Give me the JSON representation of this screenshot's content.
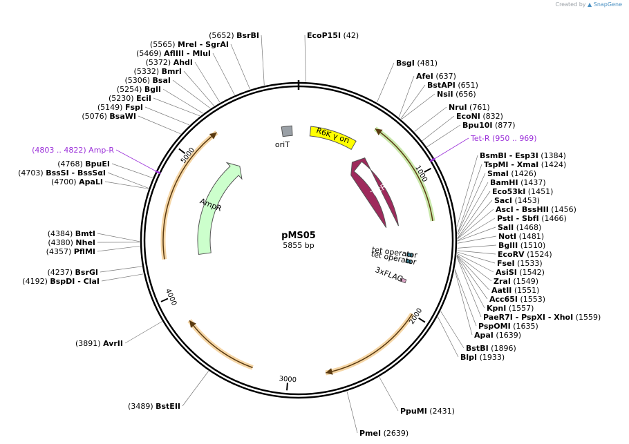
{
  "credit": {
    "prefix": "Created by",
    "brand": "SnapGene"
  },
  "plasmid": {
    "name": "pMS05",
    "length_label": "5855 bp",
    "length_bp": 5855
  },
  "ticks": [
    {
      "bp": 1000,
      "label": "1000"
    },
    {
      "bp": 2000,
      "label": "2000"
    },
    {
      "bp": 3000,
      "label": "3000"
    },
    {
      "bp": 4000,
      "label": "4000"
    },
    {
      "bp": 5000,
      "label": "5000"
    }
  ],
  "sites": [
    {
      "names": [
        "EcoP15I"
      ],
      "pos": "(42)",
      "bp": 42,
      "side": "right"
    },
    {
      "names": [
        "BsgI"
      ],
      "pos": "(481)",
      "bp": 481,
      "side": "right"
    },
    {
      "names": [
        "AfeI"
      ],
      "pos": "(637)",
      "bp": 637,
      "side": "right"
    },
    {
      "names": [
        "BstAPI"
      ],
      "pos": "(651)",
      "bp": 651,
      "side": "right"
    },
    {
      "names": [
        "NsiI"
      ],
      "pos": "(656)",
      "bp": 656,
      "side": "right"
    },
    {
      "names": [
        "NruI"
      ],
      "pos": "(761)",
      "bp": 761,
      "side": "right"
    },
    {
      "names": [
        "EcoNI"
      ],
      "pos": "(832)",
      "bp": 832,
      "side": "right"
    },
    {
      "names": [
        "Bpu10I"
      ],
      "pos": "(877)",
      "bp": 877,
      "side": "right"
    },
    {
      "names": [
        "BsmBI",
        "Esp3I"
      ],
      "pos": "(1384)",
      "bp": 1384,
      "side": "right"
    },
    {
      "names": [
        "TspMI",
        "XmaI"
      ],
      "pos": "(1424)",
      "bp": 1424,
      "side": "right"
    },
    {
      "names": [
        "SmaI"
      ],
      "pos": "(1426)",
      "bp": 1426,
      "side": "right"
    },
    {
      "names": [
        "BamHI"
      ],
      "pos": "(1437)",
      "bp": 1437,
      "side": "right"
    },
    {
      "names": [
        "Eco53kI"
      ],
      "pos": "(1451)",
      "bp": 1451,
      "side": "right"
    },
    {
      "names": [
        "SacI"
      ],
      "pos": "(1453)",
      "bp": 1453,
      "side": "right"
    },
    {
      "names": [
        "AscI",
        "BssHII"
      ],
      "pos": "(1456)",
      "bp": 1456,
      "side": "right"
    },
    {
      "names": [
        "PstI",
        "SbfI"
      ],
      "pos": "(1466)",
      "bp": 1466,
      "side": "right"
    },
    {
      "names": [
        "SalI"
      ],
      "pos": "(1468)",
      "bp": 1468,
      "side": "right"
    },
    {
      "names": [
        "NotI"
      ],
      "pos": "(1481)",
      "bp": 1481,
      "side": "right"
    },
    {
      "names": [
        "BglII"
      ],
      "pos": "(1510)",
      "bp": 1510,
      "side": "right"
    },
    {
      "names": [
        "EcoRV"
      ],
      "pos": "(1524)",
      "bp": 1524,
      "side": "right"
    },
    {
      "names": [
        "FseI"
      ],
      "pos": "(1533)",
      "bp": 1533,
      "side": "right"
    },
    {
      "names": [
        "AsiSI"
      ],
      "pos": "(1542)",
      "bp": 1542,
      "side": "right"
    },
    {
      "names": [
        "ZraI"
      ],
      "pos": "(1549)",
      "bp": 1549,
      "side": "right"
    },
    {
      "names": [
        "AatII"
      ],
      "pos": "(1551)",
      "bp": 1551,
      "side": "right"
    },
    {
      "names": [
        "Acc65I"
      ],
      "pos": "(1553)",
      "bp": 1553,
      "side": "right"
    },
    {
      "names": [
        "KpnI"
      ],
      "pos": "(1557)",
      "bp": 1557,
      "side": "right"
    },
    {
      "names": [
        "PaeR7I",
        "PspXI",
        "XhoI"
      ],
      "pos": "(1559)",
      "bp": 1559,
      "side": "right"
    },
    {
      "names": [
        "PspOMI"
      ],
      "pos": "(1635)",
      "bp": 1635,
      "side": "right"
    },
    {
      "names": [
        "ApaI"
      ],
      "pos": "(1639)",
      "bp": 1639,
      "side": "right"
    },
    {
      "names": [
        "BstBI"
      ],
      "pos": "(1896)",
      "bp": 1896,
      "side": "right"
    },
    {
      "names": [
        "BlpI"
      ],
      "pos": "(1933)",
      "bp": 1933,
      "side": "right"
    },
    {
      "names": [
        "PpuMI"
      ],
      "pos": "(2431)",
      "bp": 2431,
      "side": "right"
    },
    {
      "names": [
        "PmeI"
      ],
      "pos": "(2639)",
      "bp": 2639,
      "side": "right"
    },
    {
      "names": [
        "BstEII"
      ],
      "pos": "(3489)",
      "bp": 3489,
      "side": "left"
    },
    {
      "names": [
        "AvrII"
      ],
      "pos": "(3891)",
      "bp": 3891,
      "side": "left"
    },
    {
      "names": [
        "BspDI",
        "ClaI"
      ],
      "pos": "(4192)",
      "bp": 4192,
      "side": "left"
    },
    {
      "names": [
        "BsrGI"
      ],
      "pos": "(4237)",
      "bp": 4237,
      "side": "left"
    },
    {
      "names": [
        "PflMI"
      ],
      "pos": "(4357)",
      "bp": 4357,
      "side": "left"
    },
    {
      "names": [
        "NheI"
      ],
      "pos": "(4380)",
      "bp": 4380,
      "side": "left"
    },
    {
      "names": [
        "BmtI"
      ],
      "pos": "(4384)",
      "bp": 4384,
      "side": "left"
    },
    {
      "names": [
        "ApaLI"
      ],
      "pos": "(4700)",
      "bp": 4700,
      "side": "left"
    },
    {
      "names": [
        "BssSI",
        "BssSαI"
      ],
      "pos": "(4703)",
      "bp": 4703,
      "side": "left"
    },
    {
      "names": [
        "BpuEI"
      ],
      "pos": "(4768)",
      "bp": 4768,
      "side": "left"
    },
    {
      "names": [
        "BsaWI"
      ],
      "pos": "(5076)",
      "bp": 5076,
      "side": "left"
    },
    {
      "names": [
        "FspI"
      ],
      "pos": "(5149)",
      "bp": 5149,
      "side": "left"
    },
    {
      "names": [
        "EciI"
      ],
      "pos": "(5230)",
      "bp": 5230,
      "side": "left"
    },
    {
      "names": [
        "BglI"
      ],
      "pos": "(5254)",
      "bp": 5254,
      "side": "left"
    },
    {
      "names": [
        "BsaI"
      ],
      "pos": "(5306)",
      "bp": 5306,
      "side": "left"
    },
    {
      "names": [
        "BmrI"
      ],
      "pos": "(5332)",
      "bp": 5332,
      "side": "left"
    },
    {
      "names": [
        "AhdI"
      ],
      "pos": "(5372)",
      "bp": 5372,
      "side": "left"
    },
    {
      "names": [
        "AflIII",
        "MluI"
      ],
      "pos": "(5469)",
      "bp": 5469,
      "side": "left"
    },
    {
      "names": [
        "MreI",
        "SgrAI"
      ],
      "pos": "(5565)",
      "bp": 5565,
      "side": "left"
    },
    {
      "names": [
        "BsrBI"
      ],
      "pos": "(5652)",
      "bp": 5652,
      "side": "left"
    }
  ],
  "primers": [
    {
      "name": "Tet-R",
      "pos": "(950 .. 969)",
      "bp": 960,
      "side": "right"
    },
    {
      "name": "Amp-R",
      "pos": "(4803 .. 4822)",
      "bp": 4812,
      "side": "left"
    }
  ],
  "features": [
    {
      "name": "R6K γ ori",
      "start": 100,
      "end": 489,
      "kind": "box",
      "color": "#ffff00",
      "text_color": "#000"
    },
    {
      "name": "oriT",
      "start": 5715,
      "end": 5800,
      "kind": "box",
      "color": "#9aa0a6",
      "text_color": "#000"
    },
    {
      "name": "TetR",
      "start": 1330,
      "end": 560,
      "kind": "arrow",
      "color": "#9e2a5c",
      "text_color": "#fff"
    },
    {
      "name": "AmpR",
      "start": 4260,
      "end": 5230,
      "kind": "arrow",
      "color": "#ccffcc",
      "text_color": "#000"
    },
    {
      "name": "tet operator",
      "bp": 1585,
      "kind": "small",
      "color": "#3a7a8c"
    },
    {
      "name": "tet operator",
      "bp": 1640,
      "kind": "small",
      "color": "#3a7a8c"
    },
    {
      "name": "3xFLAG",
      "bp": 1805,
      "kind": "small",
      "color": "#d9a3c4"
    }
  ],
  "orfs": [
    {
      "start": 1330,
      "end": 560,
      "color": "#88cc44"
    },
    {
      "start": 2000,
      "end": 2740,
      "color": "#e8a33a"
    },
    {
      "start": 3250,
      "end": 3800,
      "color": "#e8a33a"
    },
    {
      "start": 4260,
      "end": 5250,
      "color": "#e8a33a"
    }
  ]
}
